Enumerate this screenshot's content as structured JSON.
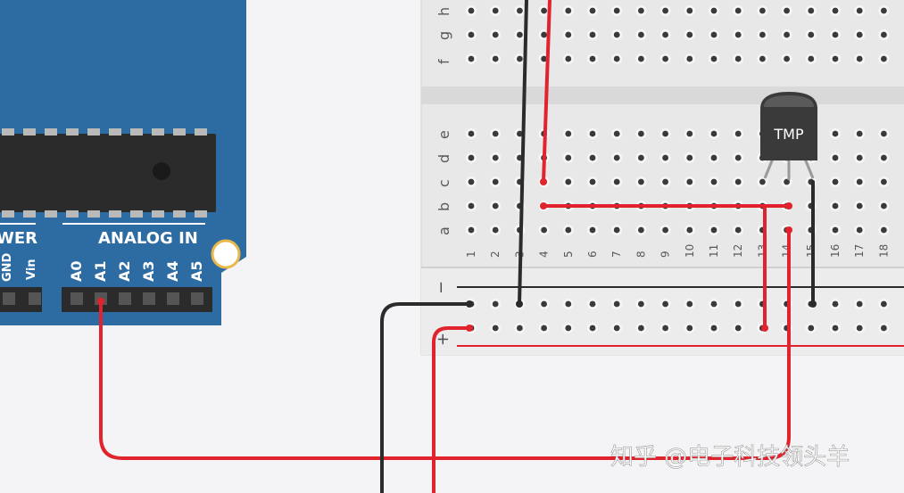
{
  "arduino": {
    "section_power": "WER",
    "section_analog": "ANALOG IN",
    "power_pins": [
      "GND",
      "Vin"
    ],
    "analog_pins": [
      "A0",
      "A1",
      "A2",
      "A3",
      "A4",
      "A5"
    ],
    "board_color": "#2d6ba3",
    "chip_color": "#2b2b2b"
  },
  "breadboard": {
    "row_letters_top": [
      "h",
      "g",
      "f"
    ],
    "row_letters_bottom": [
      "e",
      "d",
      "c",
      "b",
      "a"
    ],
    "column_numbers": [
      "1",
      "2",
      "3",
      "4",
      "5",
      "6",
      "7",
      "8",
      "9",
      "10",
      "11",
      "12",
      "13",
      "14",
      "15",
      "16",
      "17",
      "18"
    ],
    "rail_minus": "−",
    "rail_plus": "+",
    "body_color": "#e6e6e6",
    "hole_color": "#3a3a3a"
  },
  "sensor": {
    "label": "TMP",
    "body_color": "#3a3a3a"
  },
  "wires": {
    "red": "#e0232d",
    "black": "#2b2b2b"
  },
  "watermark": "知乎 @电子科技领头羊"
}
